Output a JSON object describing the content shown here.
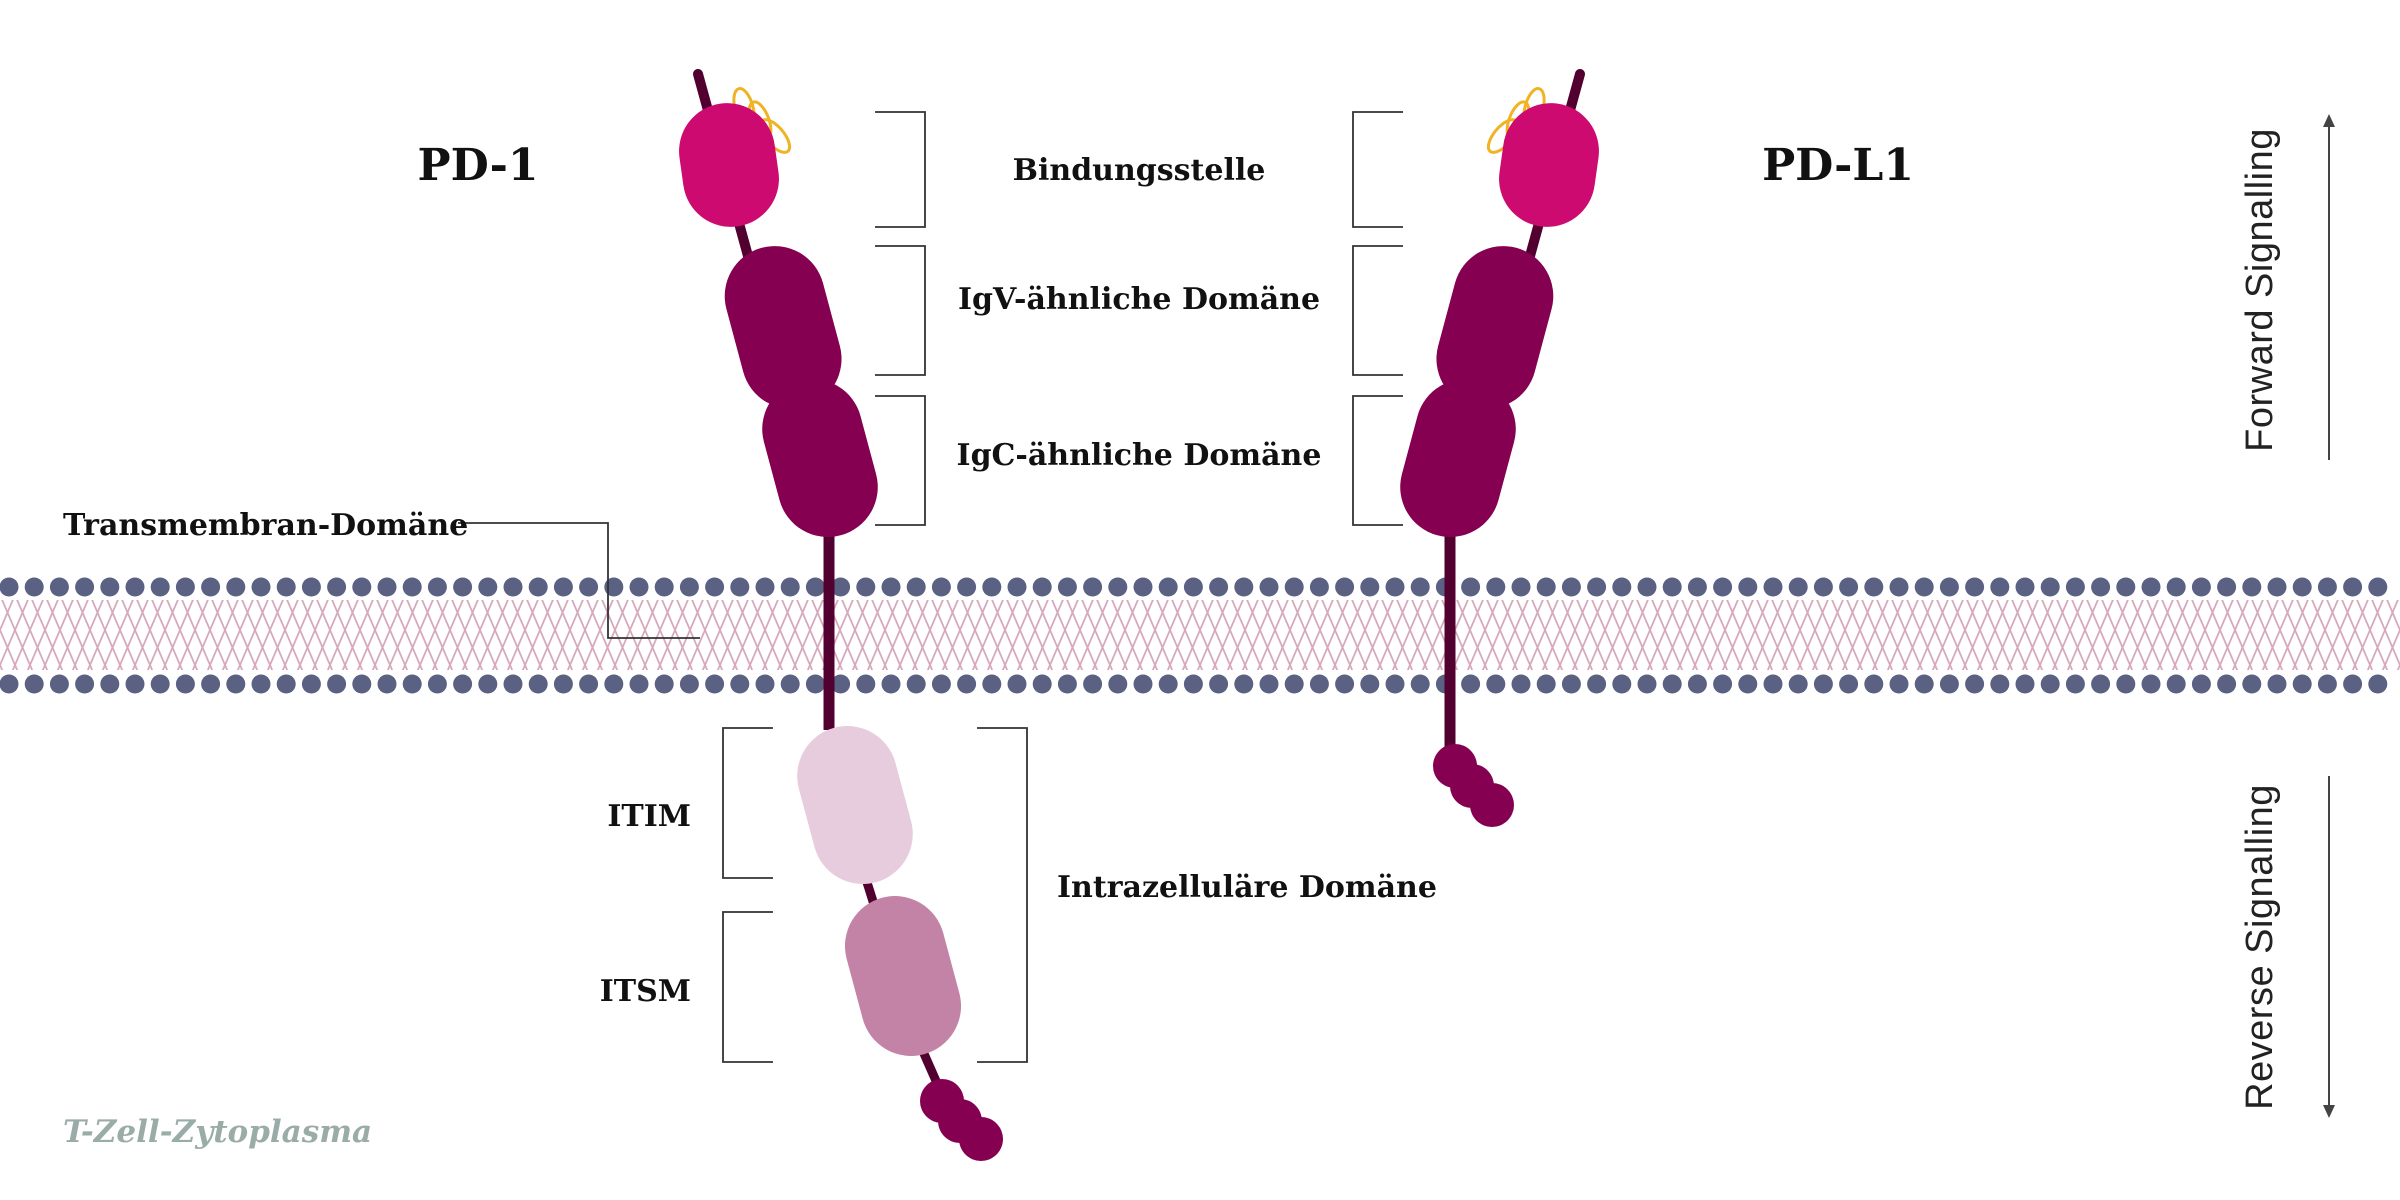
{
  "titles": {
    "pd1": "PD-1",
    "pdl1": "PD-L1"
  },
  "labels": {
    "binding_site": "Bindungsstelle",
    "igv_domain": "IgV-ähnliche Domäne",
    "igc_domain": "IgC-ähnliche Domäne",
    "transmembrane_domain": "Transmembran-Domäne",
    "itim": "ITIM",
    "itsm": "ITSM",
    "intracellular_domain": "Intrazelluläre Domäne"
  },
  "signalling": {
    "forward": "Forward Signalling",
    "reverse": "Reverse Signalling"
  },
  "caption": "T-Zell-Zytoplasma",
  "colors": {
    "binding_domain": "#cc0a70",
    "ig_domains": "#850050",
    "stalk": "#520030",
    "itim": "#e6ccdc",
    "itsm": "#c283a6",
    "glycans": "#f0b323",
    "membrane_heads": "#5b6182",
    "membrane_tails": "#d7a9bc",
    "caption": "#9aaca7"
  }
}
